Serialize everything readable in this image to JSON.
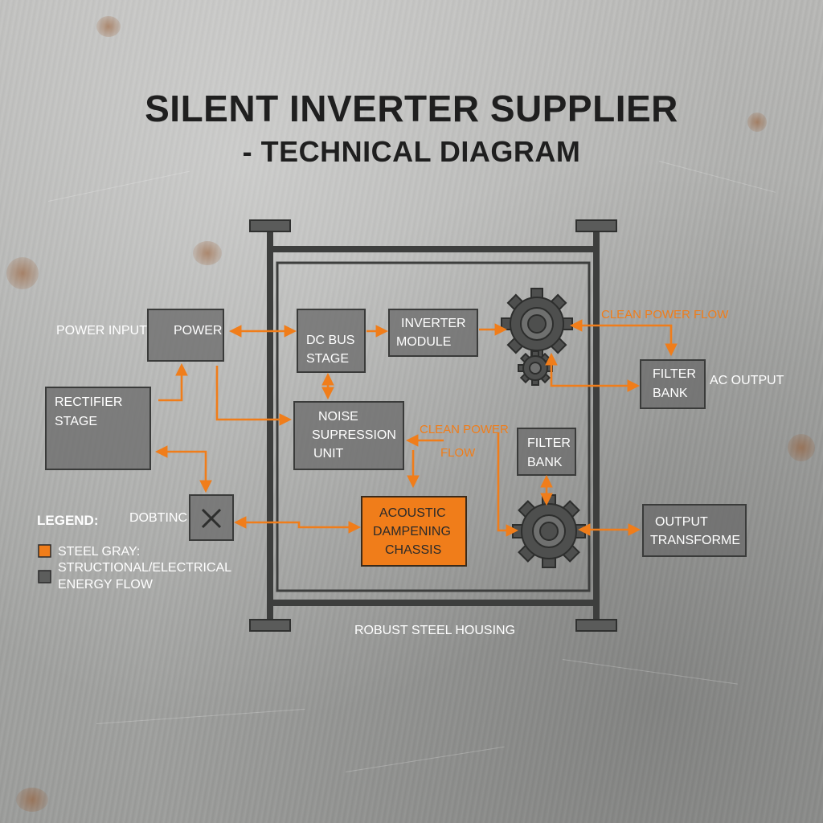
{
  "title": {
    "main": "SILENT INVERTER SUPPLIER",
    "sub": "- TECHNICAL DIAGRAM"
  },
  "blocks": {
    "power_input": "POWER INPUT",
    "power": "POWER",
    "rectifier": [
      "RECTIFIER",
      "STAGE"
    ],
    "dc_bus": [
      "DC BUS",
      "STAGE"
    ],
    "inverter": [
      "INVERTER",
      "MODULE"
    ],
    "noise": [
      "NOISE",
      "SUPRESSION",
      "UNIT"
    ],
    "filter_bank_top": [
      "FILTER",
      "BANK"
    ],
    "ac_output": "AC OUTPUT",
    "filter_bank_mid": [
      "FILTER",
      "BANK"
    ],
    "acoustic": [
      "ACOUSTIC",
      "DAMPENING",
      "CHASSIS"
    ],
    "output_transformer": [
      "OUTPUT",
      "TRANSFORME"
    ],
    "dobtinc": "DOBTINC",
    "housing": "ROBUST STEEL HOUSING"
  },
  "flow_labels": {
    "top": "CLEAN POWER FLOW",
    "mid": [
      "CLEAN POWER",
      "FLOW"
    ]
  },
  "legend": {
    "heading": "LEGEND:",
    "item1": "STEEL GRAY:",
    "item2": "STRUCTIONAL/ELECTRICAL",
    "item3": "ENERGY FLOW"
  },
  "colors": {
    "accent": "#f07d1a",
    "steel": "#6b6c6b",
    "frame": "#3d3e3d"
  }
}
